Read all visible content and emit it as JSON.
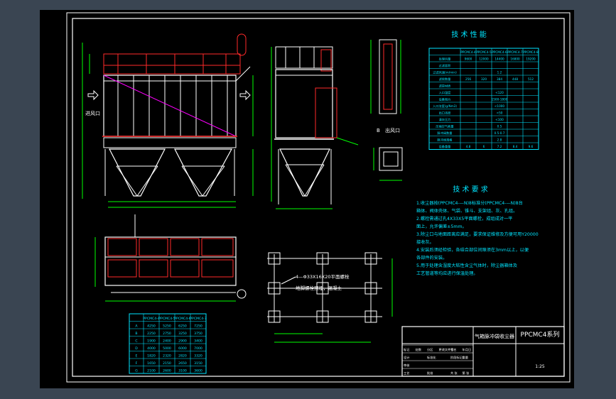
{
  "colors": {
    "background": "#3a4552",
    "sheet": "#000000",
    "line_white": "#ffffff",
    "line_cyan": "#00e5ff",
    "line_yellow": "#ffff00",
    "line_green": "#00ff00",
    "line_red": "#ff2a2a",
    "line_magenta": "#ff00ff"
  },
  "labels": {
    "tech_params_title": "技 术 性 能",
    "tech_req_title": "技 术 要 求",
    "inlet_label": "进风口",
    "section_label": "B",
    "outlet_label": "出风口",
    "note_line_1": "4—Φ33X16X20平面螺栓",
    "note_line_2": "地脚螺栓预埋，混凝土",
    "title_block_name": "气箱脉冲袋收尘器",
    "title_block_series": "PPCMC4系列",
    "title_block_scale": "1:25"
  },
  "tech_requirements": [
    "1.收尘器按(PPCMC4-—N)8标准分(PPCMC4-—N)8台",
    "箱体、阀体壳体、气袋、锥斗、支架组、灰、孔组。",
    "2.螺栓需通过孔4X33X5平面螺栓，成组成对一平",
    "面上，允许偏差±5mm。",
    "3.除尘口与地面距离应满足，要求保证维修及方便可用Y20000",
    "接收灰。",
    "4.安装后须经检验，各结合部位间隙须在3mm以上，以便",
    "各部件的安装。",
    "5.用于处理含湿度大粘性含尘气体时，除尘器箱体及",
    "工艺管道等均应进行保温处理。"
  ],
  "params_table": {
    "header": [
      "",
      "PPCMC4-4",
      "PPCMC4-5",
      "PPCMC4-6",
      "PPCMC4-7",
      "PPCMC4-8"
    ],
    "rows": [
      [
        "处理风量",
        "9600",
        "12000",
        "14400",
        "16800",
        "19200"
      ],
      [
        "过滤面积",
        "",
        "",
        "",
        "",
        ""
      ],
      [
        "过滤风速(m/min)",
        "",
        "",
        "1.2",
        "",
        ""
      ],
      [
        "滤袋数量",
        "256",
        "320",
        "384",
        "448",
        "512"
      ],
      [
        "滤袋材质",
        "",
        "",
        "",
        "",
        ""
      ],
      [
        "入口温度",
        "",
        "",
        "<120",
        "",
        ""
      ],
      [
        "设备阻力",
        "",
        "",
        "1500-1800",
        "",
        ""
      ],
      [
        "入口浓度(g/Nm3)",
        "",
        "",
        "<1000",
        "",
        ""
      ],
      [
        "出口浓度",
        "",
        "",
        "<50",
        "",
        ""
      ],
      [
        "清灰压力",
        "",
        "",
        "<100",
        "",
        ""
      ],
      [
        "压缩空气耗量",
        "",
        "",
        "0.5",
        "",
        ""
      ],
      [
        "脉冲阀数量",
        "",
        "",
        "0.5-0.7",
        "",
        ""
      ],
      [
        "脉冲阀规格",
        "",
        "",
        "2.8",
        "",
        ""
      ],
      [
        "设备重量",
        "4.8",
        "6",
        "7.2",
        "8.4",
        "9.6"
      ]
    ]
  },
  "dims_table": {
    "header": [
      "",
      "PPCMC4-4",
      "PPCMC4-5",
      "PPCMC4-6",
      "PPCMC4-7"
    ],
    "rows": [
      [
        "A",
        "4250",
        "5250",
        "6250",
        "7250"
      ],
      [
        "B",
        "2250",
        "2750",
        "3250",
        "3750"
      ],
      [
        "C",
        "1900",
        "2400",
        "2900",
        "3400"
      ],
      [
        "D",
        "4000",
        "5000",
        "6000",
        "7000"
      ],
      [
        "E",
        "1820",
        "2320",
        "2820",
        "3320"
      ],
      [
        "F",
        "1650",
        "2150",
        "2650",
        "3150"
      ],
      [
        "G",
        "2100",
        "2600",
        "3100",
        "3600"
      ]
    ]
  },
  "title_block_rows": [
    [
      "标记",
      "处数",
      "分区",
      "更改文件号",
      "签名",
      "年月日"
    ],
    [
      "设计",
      "",
      "标准化",
      "",
      "阶段标记",
      "重量"
    ],
    [
      "审核",
      "",
      "",
      "",
      "",
      ""
    ],
    [
      "工艺",
      "",
      "批准",
      "",
      "共 张",
      "第 张"
    ]
  ]
}
